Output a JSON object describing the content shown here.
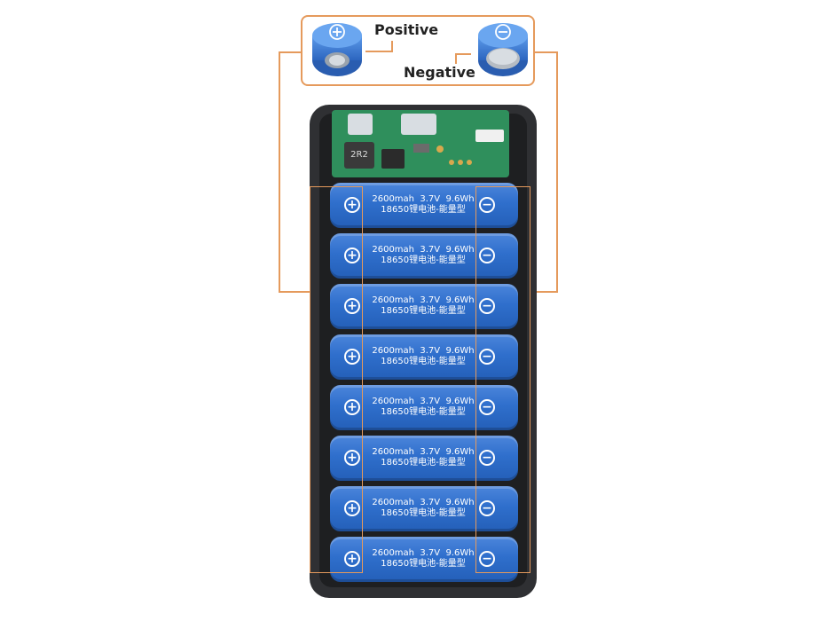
{
  "callout": {
    "positive_label": "Positive",
    "negative_label": "Negative",
    "positive_symbol": "⊕",
    "negative_symbol": "⊖"
  },
  "pcb": {
    "inductor_marking": "2R2"
  },
  "battery": {
    "capacity": "2600mah",
    "voltage": "3.7V",
    "energy": "9.6Wh",
    "model_line": "18650锂电池-能量型",
    "positive_symbol": "⊕",
    "negative_symbol": "⊖"
  },
  "cell_count": 8,
  "colors": {
    "accent_orange": "#e59a5c",
    "cell_blue": "#2f6fcc",
    "device_body": "#2f3033",
    "pcb_green": "#2f8f5c"
  }
}
